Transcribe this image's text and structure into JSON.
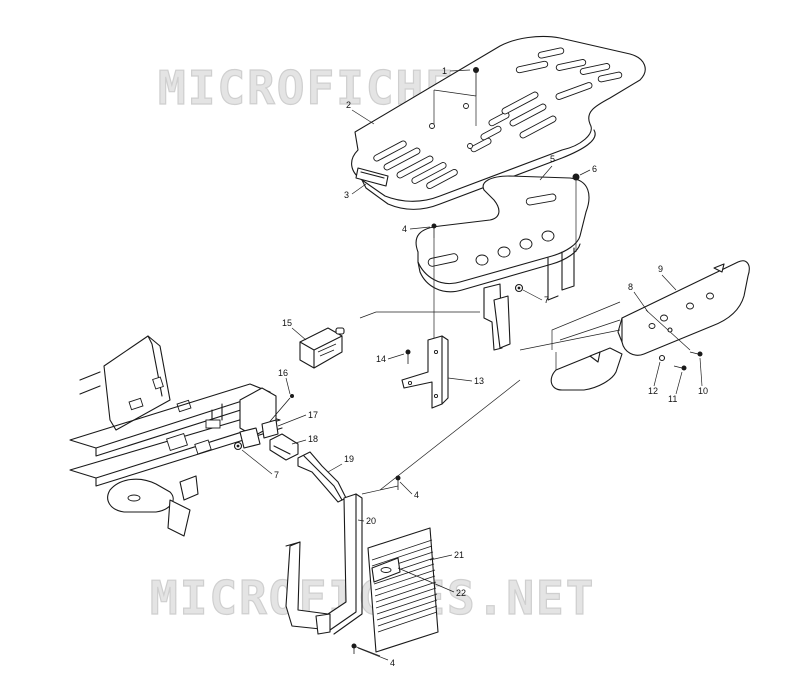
{
  "watermark": {
    "top": "MICROFICHES.NET",
    "bottom": "MICROFICHES.NET"
  },
  "callouts": {
    "c1": "1",
    "c2": "2",
    "c3": "3",
    "c4a": "4",
    "c4b": "4",
    "c4c": "4",
    "c5": "5",
    "c6": "6",
    "c7a": "7",
    "c7b": "7",
    "c8": "8",
    "c9": "9",
    "c10": "10",
    "c11": "11",
    "c12": "12",
    "c13": "13",
    "c14": "14",
    "c15": "15",
    "c16": "16",
    "c17": "17",
    "c18": "18",
    "c19": "19",
    "c20": "20",
    "c21": "21",
    "c22": "22"
  },
  "colors": {
    "line": "#1a1a1a",
    "watermark": "#e4e4e4",
    "background": "#ffffff"
  }
}
